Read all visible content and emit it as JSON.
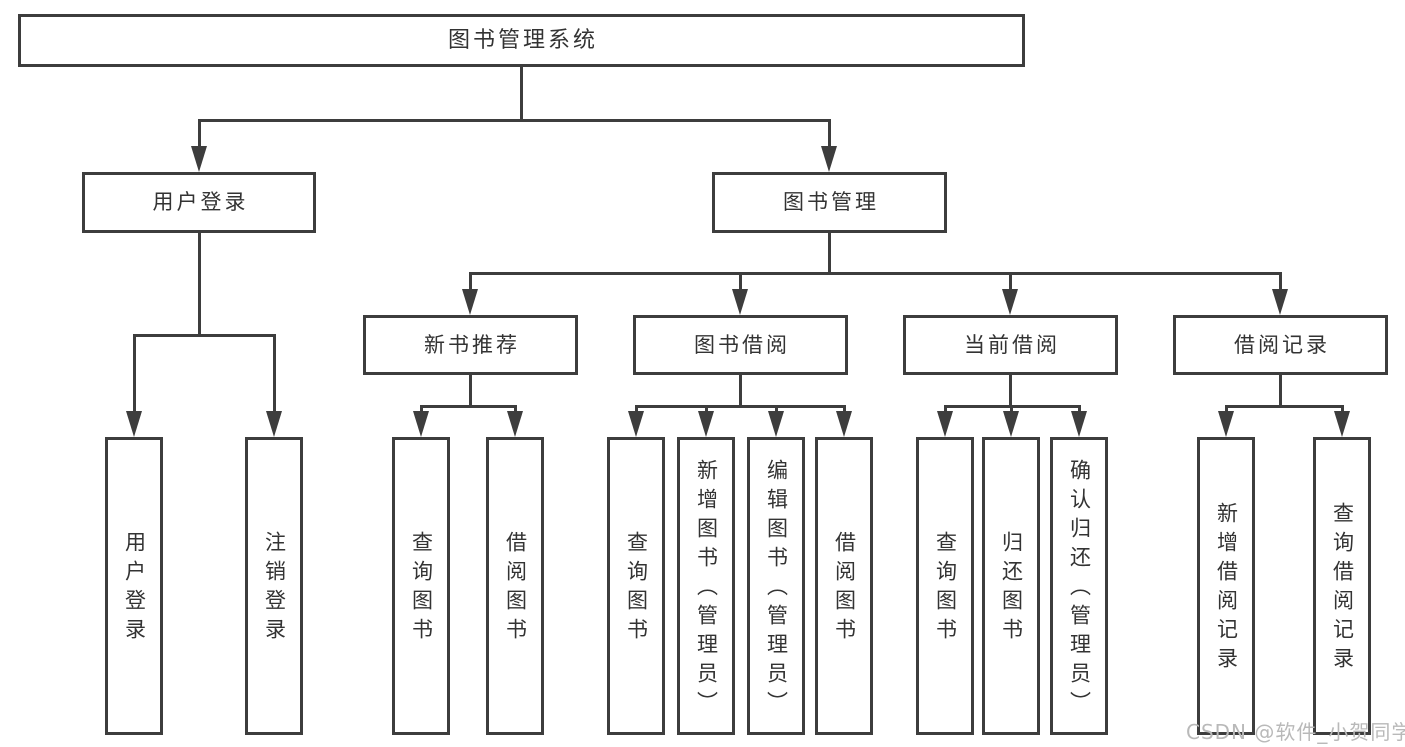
{
  "diagram": {
    "root": {
      "label": "图书管理系统"
    },
    "level2": [
      {
        "label": "用户登录"
      },
      {
        "label": "图书管理"
      }
    ],
    "level3": [
      {
        "label": "新书推荐"
      },
      {
        "label": "图书借阅"
      },
      {
        "label": "当前借阅"
      },
      {
        "label": "借阅记录"
      }
    ],
    "leaves": [
      {
        "label": "用户登录"
      },
      {
        "label": "注销登录"
      },
      {
        "label": "查询图书"
      },
      {
        "label": "借阅图书"
      },
      {
        "label": "查询图书"
      },
      {
        "label": "新增图书（管理员）"
      },
      {
        "label": "编辑图书（管理员）"
      },
      {
        "label": "借阅图书"
      },
      {
        "label": "查询图书"
      },
      {
        "label": "归还图书"
      },
      {
        "label": "确认归还（管理员）"
      },
      {
        "label": "新增借阅记录"
      },
      {
        "label": "查询借阅记录"
      }
    ]
  },
  "watermark": {
    "text": "CSDN @软件_小贺同学"
  },
  "colors": {
    "line": "#3d3d3d",
    "text": "#333333",
    "watermark": "#b9b9b9",
    "background": "#ffffff"
  }
}
